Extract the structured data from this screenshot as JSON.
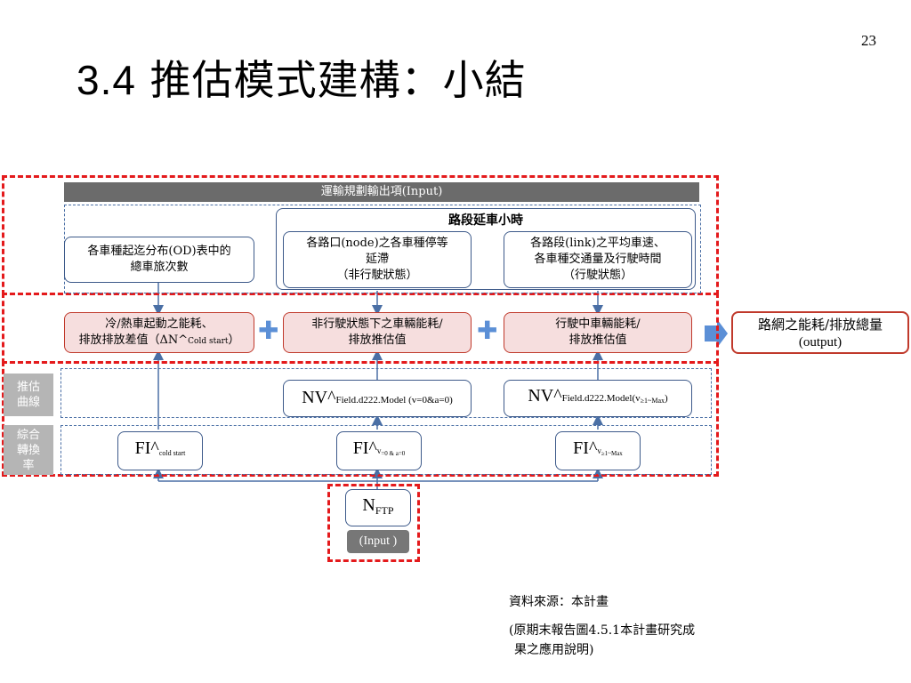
{
  "slide": {
    "page_number": "23",
    "title_num": "3.4",
    "title_text": " 推估模式建構：小結"
  },
  "diagram": {
    "input_bar": "運輸規劃輸出項(Input)",
    "group_title": "路段延車小時",
    "top_left_box": "各車種起迄分布(OD)表中的\n總車旅次數",
    "top_mid_box": "各路口(node)之各車種停等\n延滯\n（非行駛狀態）",
    "top_right_box": "各路段(link)之平均車速、\n各車種交通量及行駛時間\n（行駛狀態）",
    "mid_left_box_line1": "冷/熱車起動之能耗、",
    "mid_left_box_line2": "排放排放差值（ΔN^",
    "mid_left_box_sub": "Cold start",
    "mid_left_box_end": "）",
    "mid_center_box": "非行駛狀態下之車輛能耗/\n排放推估值",
    "mid_right_box": "行駛中車輛能耗/\n排放推估值",
    "plus_1": "✚",
    "plus_2": "✚",
    "output_line1": "路網之能耗/排放總量",
    "output_line2": "(output)",
    "side_label_1": "推估\n曲線",
    "side_label_2": "綜合\n轉換\n率",
    "nv_left_main": "NV^",
    "nv_left_sub": "Field.d222.Model (v=0&a=0)",
    "nv_right_main": "NV^",
    "nv_right_sub": "Field.d222.Model(v",
    "nv_right_sub2": "≥1~Max",
    "nv_right_end": ")",
    "fi_left_main": "FI^",
    "fi_left_sub": "cold  start",
    "fi_mid_main": "FI^",
    "fi_mid_sub": "v",
    "fi_mid_sub2": "=0 & a=0",
    "fi_right_main": "FI^",
    "fi_right_sub": "v",
    "fi_right_sub2": "≥1~Max",
    "nftp_main": "N",
    "nftp_sub": "FTP",
    "nftp_input": "(Input )"
  },
  "source": {
    "line1": "資料來源：本計畫",
    "line2": "(原期末報告圖4.5.1本計畫研究成",
    "line3": "果之應用說明)"
  },
  "colors": {
    "red_dash": "#e41a1c",
    "blue_border": "#3d5a8a",
    "pink_fill": "#f6dede",
    "gray_bar": "#6b6b6b",
    "arrow_blue": "#5b8fd6"
  }
}
